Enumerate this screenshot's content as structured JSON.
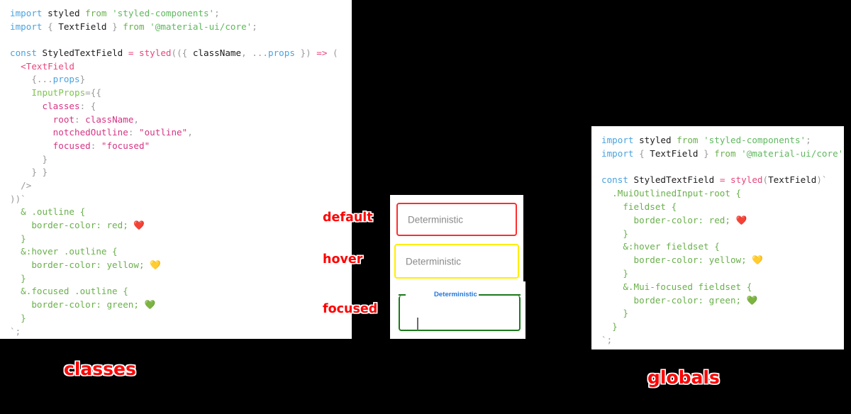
{
  "panels": {
    "classes": {
      "caption": "classes",
      "lines": [
        [
          {
            "t": "import ",
            "c": "kw"
          },
          {
            "t": "styled",
            "c": "plain"
          },
          {
            "t": " from ",
            "c": "from"
          },
          {
            "t": "'styled-components'",
            "c": "str"
          },
          {
            "t": ";",
            "c": "punct"
          }
        ],
        [
          {
            "t": "import ",
            "c": "kw"
          },
          {
            "t": "{",
            "c": "punct"
          },
          {
            "t": " TextField ",
            "c": "plain"
          },
          {
            "t": "}",
            "c": "punct"
          },
          {
            "t": " from ",
            "c": "from"
          },
          {
            "t": "'@material-ui/core'",
            "c": "str"
          },
          {
            "t": ";",
            "c": "punct"
          }
        ],
        [],
        [
          {
            "t": "const ",
            "c": "kw"
          },
          {
            "t": "StyledTextField",
            "c": "plain"
          },
          {
            "t": " = ",
            "c": "op"
          },
          {
            "t": "styled",
            "c": "fn"
          },
          {
            "t": "((",
            "c": "punct"
          },
          {
            "t": "{",
            "c": "punct"
          },
          {
            "t": " className",
            "c": "plain"
          },
          {
            "t": ", ",
            "c": "punct"
          },
          {
            "t": "...",
            "c": "punct"
          },
          {
            "t": "props",
            "c": "kw"
          },
          {
            "t": " }",
            "c": "punct"
          },
          {
            "t": ") ",
            "c": "punct"
          },
          {
            "t": "=> ",
            "c": "op"
          },
          {
            "t": "(",
            "c": "punct"
          }
        ],
        [
          {
            "t": "  <TextField",
            "c": "fn"
          }
        ],
        [
          {
            "t": "    {...",
            "c": "punct"
          },
          {
            "t": "props",
            "c": "kw"
          },
          {
            "t": "}",
            "c": "punct"
          }
        ],
        [
          {
            "t": "    InputProps",
            "c": "prop"
          },
          {
            "t": "={{",
            "c": "punct"
          }
        ],
        [
          {
            "t": "      classes",
            "c": "key"
          },
          {
            "t": ": {",
            "c": "punct"
          }
        ],
        [
          {
            "t": "        root",
            "c": "key"
          },
          {
            "t": ": ",
            "c": "punct"
          },
          {
            "t": "className",
            "c": "key"
          },
          {
            "t": ",",
            "c": "punct"
          }
        ],
        [
          {
            "t": "        notchedOutline",
            "c": "key"
          },
          {
            "t": ": ",
            "c": "punct"
          },
          {
            "t": "\"outline\"",
            "c": "val"
          },
          {
            "t": ",",
            "c": "punct"
          }
        ],
        [
          {
            "t": "        focused",
            "c": "key"
          },
          {
            "t": ": ",
            "c": "punct"
          },
          {
            "t": "\"focused\"",
            "c": "val"
          }
        ],
        [
          {
            "t": "      }",
            "c": "punct"
          }
        ],
        [
          {
            "t": "    } }",
            "c": "punct"
          }
        ],
        [
          {
            "t": "  />",
            "c": "punct"
          }
        ],
        [
          {
            "t": "))`",
            "c": "punct"
          }
        ],
        [
          {
            "t": "  & .outline {",
            "c": "css"
          }
        ],
        [
          {
            "t": "    border-color: red; ",
            "c": "css"
          },
          {
            "t": "❤️",
            "c": "emoji"
          }
        ],
        [
          {
            "t": "  }",
            "c": "css"
          }
        ],
        [
          {
            "t": "  &:hover .outline {",
            "c": "css"
          }
        ],
        [
          {
            "t": "    border-color: yellow; ",
            "c": "css"
          },
          {
            "t": "💛",
            "c": "emoji"
          }
        ],
        [
          {
            "t": "  }",
            "c": "css"
          }
        ],
        [
          {
            "t": "  &.focused .outline {",
            "c": "css"
          }
        ],
        [
          {
            "t": "    border-color: green; ",
            "c": "css"
          },
          {
            "t": "💚",
            "c": "emoji"
          }
        ],
        [
          {
            "t": "  }",
            "c": "css"
          }
        ],
        [
          {
            "t": "`;",
            "c": "punct"
          }
        ]
      ]
    },
    "globals": {
      "caption": "globals",
      "lines": [
        [
          {
            "t": "import ",
            "c": "kw"
          },
          {
            "t": "styled",
            "c": "plain"
          },
          {
            "t": " from ",
            "c": "from"
          },
          {
            "t": "'styled-components'",
            "c": "str"
          },
          {
            "t": ";",
            "c": "punct"
          }
        ],
        [
          {
            "t": "import ",
            "c": "kw"
          },
          {
            "t": "{",
            "c": "punct"
          },
          {
            "t": " TextField ",
            "c": "plain"
          },
          {
            "t": "}",
            "c": "punct"
          },
          {
            "t": " from ",
            "c": "from"
          },
          {
            "t": "'@material-ui/core'",
            "c": "str"
          },
          {
            "t": ";",
            "c": "punct"
          }
        ],
        [],
        [
          {
            "t": "const ",
            "c": "kw"
          },
          {
            "t": "StyledTextField",
            "c": "plain"
          },
          {
            "t": " = ",
            "c": "op"
          },
          {
            "t": "styled",
            "c": "fn"
          },
          {
            "t": "(",
            "c": "punct"
          },
          {
            "t": "TextField",
            "c": "plain"
          },
          {
            "t": ")`",
            "c": "punct"
          }
        ],
        [
          {
            "t": "  .MuiOutlinedInput-root {",
            "c": "css"
          }
        ],
        [
          {
            "t": "    fieldset {",
            "c": "css"
          }
        ],
        [
          {
            "t": "      border-color: red; ",
            "c": "css"
          },
          {
            "t": "❤️",
            "c": "emoji"
          }
        ],
        [
          {
            "t": "    }",
            "c": "css"
          }
        ],
        [
          {
            "t": "    &:hover fieldset {",
            "c": "css"
          }
        ],
        [
          {
            "t": "      border-color: yellow; ",
            "c": "css"
          },
          {
            "t": "💛",
            "c": "emoji"
          }
        ],
        [
          {
            "t": "    }",
            "c": "css"
          }
        ],
        [
          {
            "t": "    &.Mui-focused fieldset {",
            "c": "css"
          }
        ],
        [
          {
            "t": "      border-color: green; ",
            "c": "css"
          },
          {
            "t": "💚",
            "c": "emoji"
          }
        ],
        [
          {
            "t": "    }",
            "c": "css"
          }
        ],
        [
          {
            "t": "  }",
            "c": "css"
          }
        ],
        [
          {
            "t": "`;",
            "c": "punct"
          }
        ]
      ]
    }
  },
  "demo": {
    "states": {
      "default_label": "default",
      "hover_label": "hover",
      "focused_label": "focused"
    },
    "fields": {
      "default_text": "Deterministic",
      "hover_text": "Deterministic",
      "focused_label_text": "Deterministic",
      "focused_value": ""
    }
  },
  "colors": {
    "default_border": "#ff2d2d",
    "hover_border": "#ffee00",
    "focused_border": "#1a7a1a",
    "focused_label": "#2277dd",
    "annotation": "#ff0000",
    "background": "#000000",
    "panel": "#ffffff"
  }
}
